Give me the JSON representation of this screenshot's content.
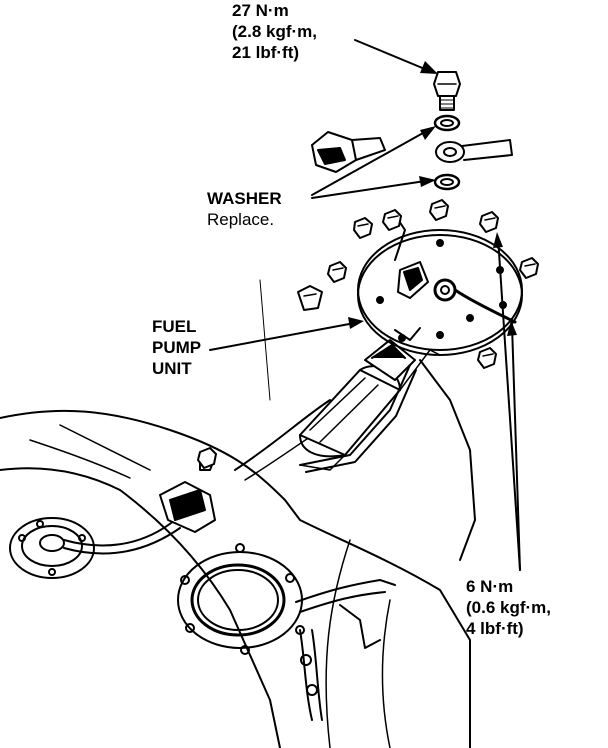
{
  "labels": {
    "torque_top": {
      "line1": "27 N·m",
      "line2": "(2.8 kgf·m,",
      "line3": "21 lbf·ft)"
    },
    "washer": {
      "title": "WASHER",
      "note": "Replace."
    },
    "fuel_pump": {
      "line1": "FUEL",
      "line2": "PUMP",
      "line3": "UNIT"
    },
    "torque_bottom": {
      "line1": "6 N·m",
      "line2": "(0.6 kgf·m,",
      "line3": "4 lbf·ft)"
    }
  }
}
